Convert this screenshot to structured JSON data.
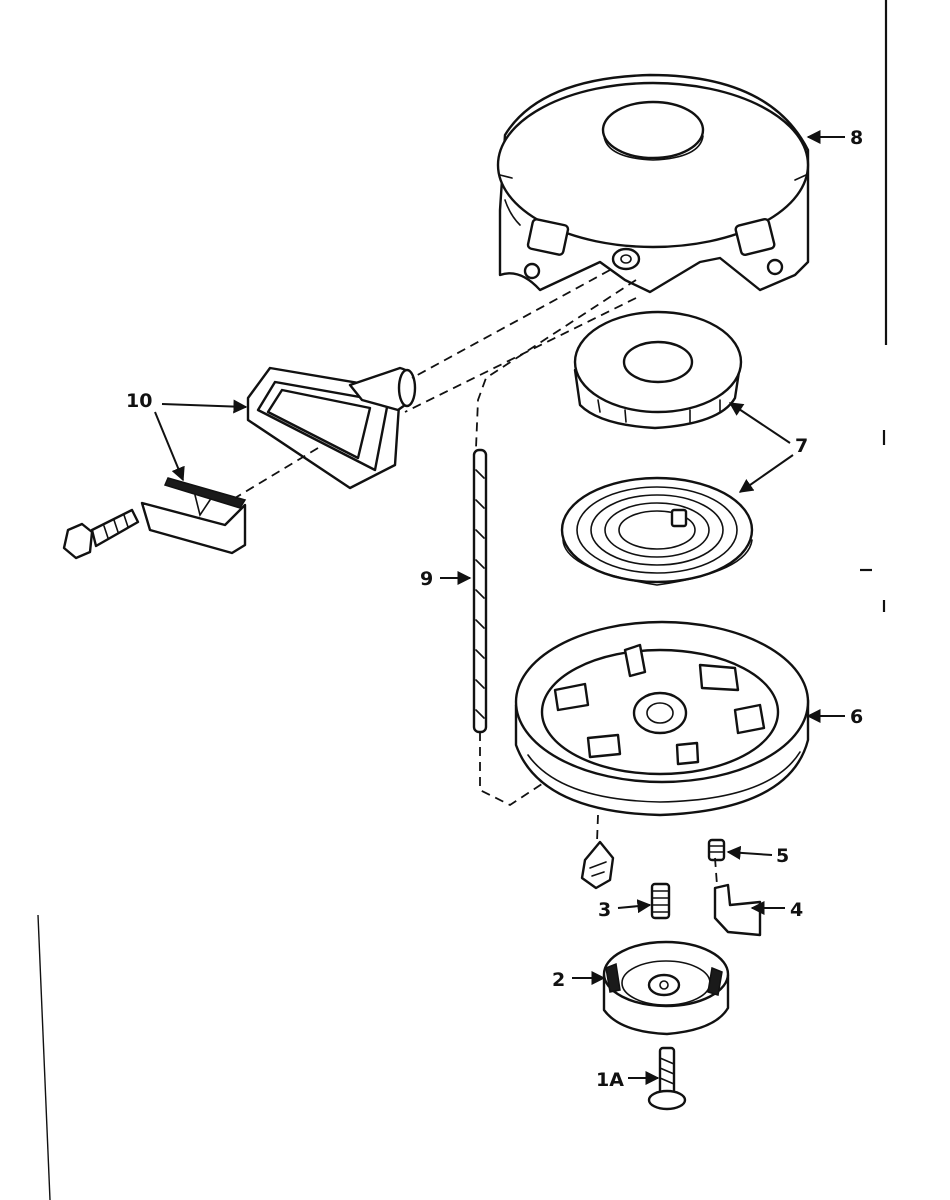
{
  "diagram": {
    "callouts": {
      "c1a": "1A",
      "c2": "2",
      "c3": "3",
      "c4": "4",
      "c5": "5",
      "c6": "6",
      "c7": "7",
      "c8": "8",
      "c9": "9",
      "c10": "10"
    },
    "colors": {
      "ink": "#111111",
      "paper": "#ffffff"
    }
  }
}
